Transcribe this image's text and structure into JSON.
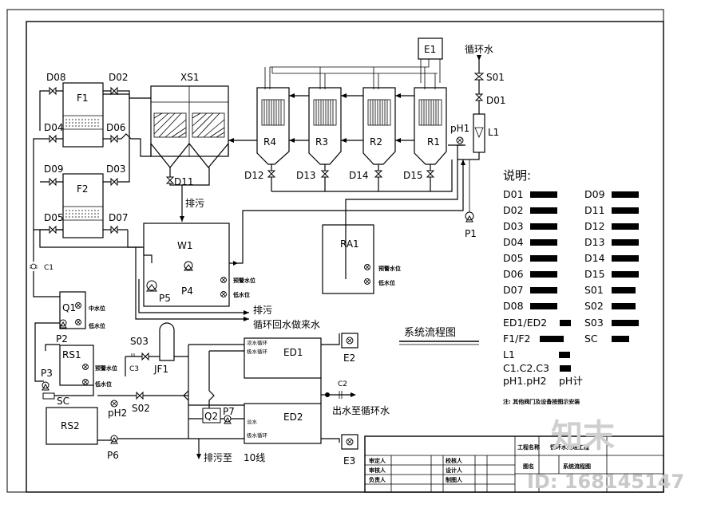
{
  "equipment": {
    "e1": "E1",
    "e2": "E2",
    "e3": "E3",
    "xs1": "XS1",
    "f1": "F1",
    "f2": "F2",
    "r1": "R1",
    "r2": "R2",
    "r3": "R3",
    "r4": "R4",
    "l1": "L1",
    "ph1": "pH1",
    "ph2": "pH2",
    "w1": "W1",
    "p1": "P1",
    "p2": "P2",
    "p3": "P3",
    "p4": "P4",
    "p5": "P5",
    "p6": "P6",
    "p7": "P7",
    "ra1": "RA1",
    "q1": "Q1",
    "q2": "Q2",
    "rs1": "RS1",
    "rs2": "RS2",
    "jf1": "JF1",
    "ed1": "ED1",
    "ed2": "ED2",
    "sc": "SC",
    "c1": "C1",
    "c2": "C2",
    "c3": "C3"
  },
  "valves": {
    "d01": "D01",
    "d02": "D02",
    "d03": "D03",
    "d04": "D04",
    "d05": "D05",
    "d06": "D06",
    "d07": "D07",
    "d08": "D08",
    "d09": "D09",
    "d11": "D11",
    "d12": "D12",
    "d13": "D13",
    "d14": "D14",
    "d15": "D15",
    "s01": "S01",
    "s02": "S02",
    "s03": "S03"
  },
  "annotations": {
    "circulating_water": "循环水",
    "discharge": "排污",
    "discharge_2": "排污",
    "recirculation_in": "循环回水做来水",
    "discharge_to": "排污至",
    "tenth_line": "10线",
    "outlet_to_circ": "出水至循环水",
    "warning_level": "预警水位",
    "low_level": "低水位",
    "warning_level_ra1": "预警水位",
    "low_level_ra1": "低水位",
    "mid_level_q1": "中水位",
    "low_level_q1": "低水位",
    "warning_level_rs1": "预警水位",
    "low_level_rs1": "低水位",
    "ed1_in_a": "浓水循环",
    "ed1_in_b": "极水循环",
    "ed2_in_a": "淡水",
    "ed2_in_b": "极水循环",
    "diagram_title": "系统流程图"
  },
  "legend": {
    "title": "说明:",
    "left": [
      "D01",
      "D02",
      "D03",
      "D04",
      "D05",
      "D06",
      "D07",
      "D08",
      "ED1/ED2",
      "F1/F2",
      "L1",
      "C1.C2.C3",
      "pH1.pH2"
    ],
    "right": [
      "D09",
      "D11",
      "D12",
      "D13",
      "D14",
      "D15",
      "S01",
      "S02",
      "S03",
      "SC"
    ],
    "ph_suffix": "pH计",
    "note": "注: 其他阀门及设备按图示安装"
  },
  "title_block": {
    "project_label": "工程名称",
    "project_value": "循环水处理工程",
    "drawing_label": "图名",
    "drawing_value": "系统流程图",
    "rows": [
      [
        "审定人",
        "校核人"
      ],
      [
        "审核人",
        "设计人"
      ],
      [
        "负责人",
        "制图人"
      ]
    ]
  },
  "watermark": {
    "brand": "知末",
    "id": "ID: 168145147"
  }
}
